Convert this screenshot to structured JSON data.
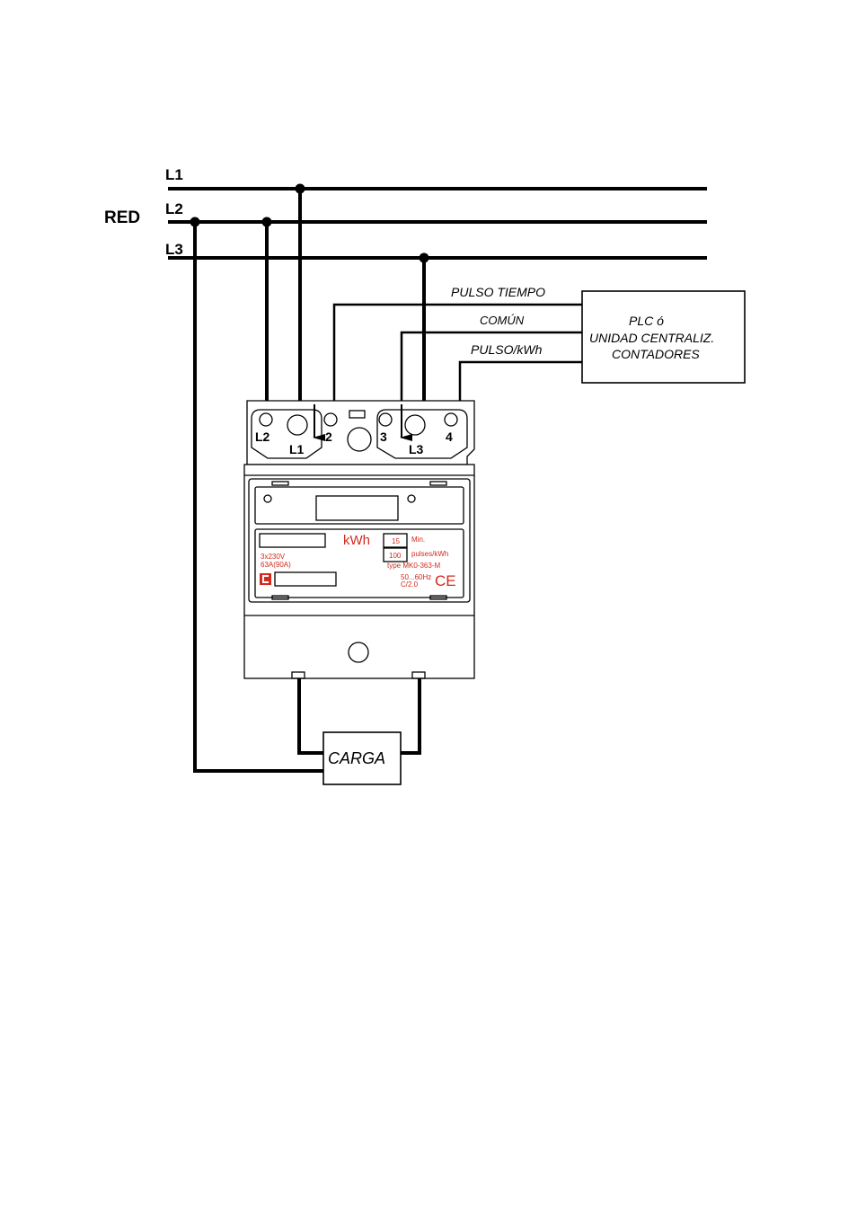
{
  "network": {
    "red_label": "RED",
    "lines": [
      "L1",
      "L2",
      "L3"
    ]
  },
  "signals": {
    "pulso_tiempo": "PULSO TIEMPO",
    "comun": "COMÚN",
    "pulso_kwh": "PULSO/kWh"
  },
  "plc_box": {
    "line1": "PLC   ó",
    "line2": "UNIDAD CENTRALIZ.",
    "line3": "CONTADORES"
  },
  "meter": {
    "terminals": [
      "L2",
      "L1",
      "2",
      "3",
      "L3",
      "4"
    ],
    "unit": "kWh",
    "minutes_value": "15",
    "minutes_label": "Min.",
    "pulses_value": "100",
    "pulses_label": "pulses/kWh",
    "voltage": "3x230V",
    "current": "63A(90A)",
    "type": "type MK0-363-M",
    "frequency": "50...60Hz",
    "class": "C/2.0",
    "ce_mark": "CE",
    "accent_color": "#d42a1e"
  },
  "load": {
    "label": "CARGA"
  }
}
